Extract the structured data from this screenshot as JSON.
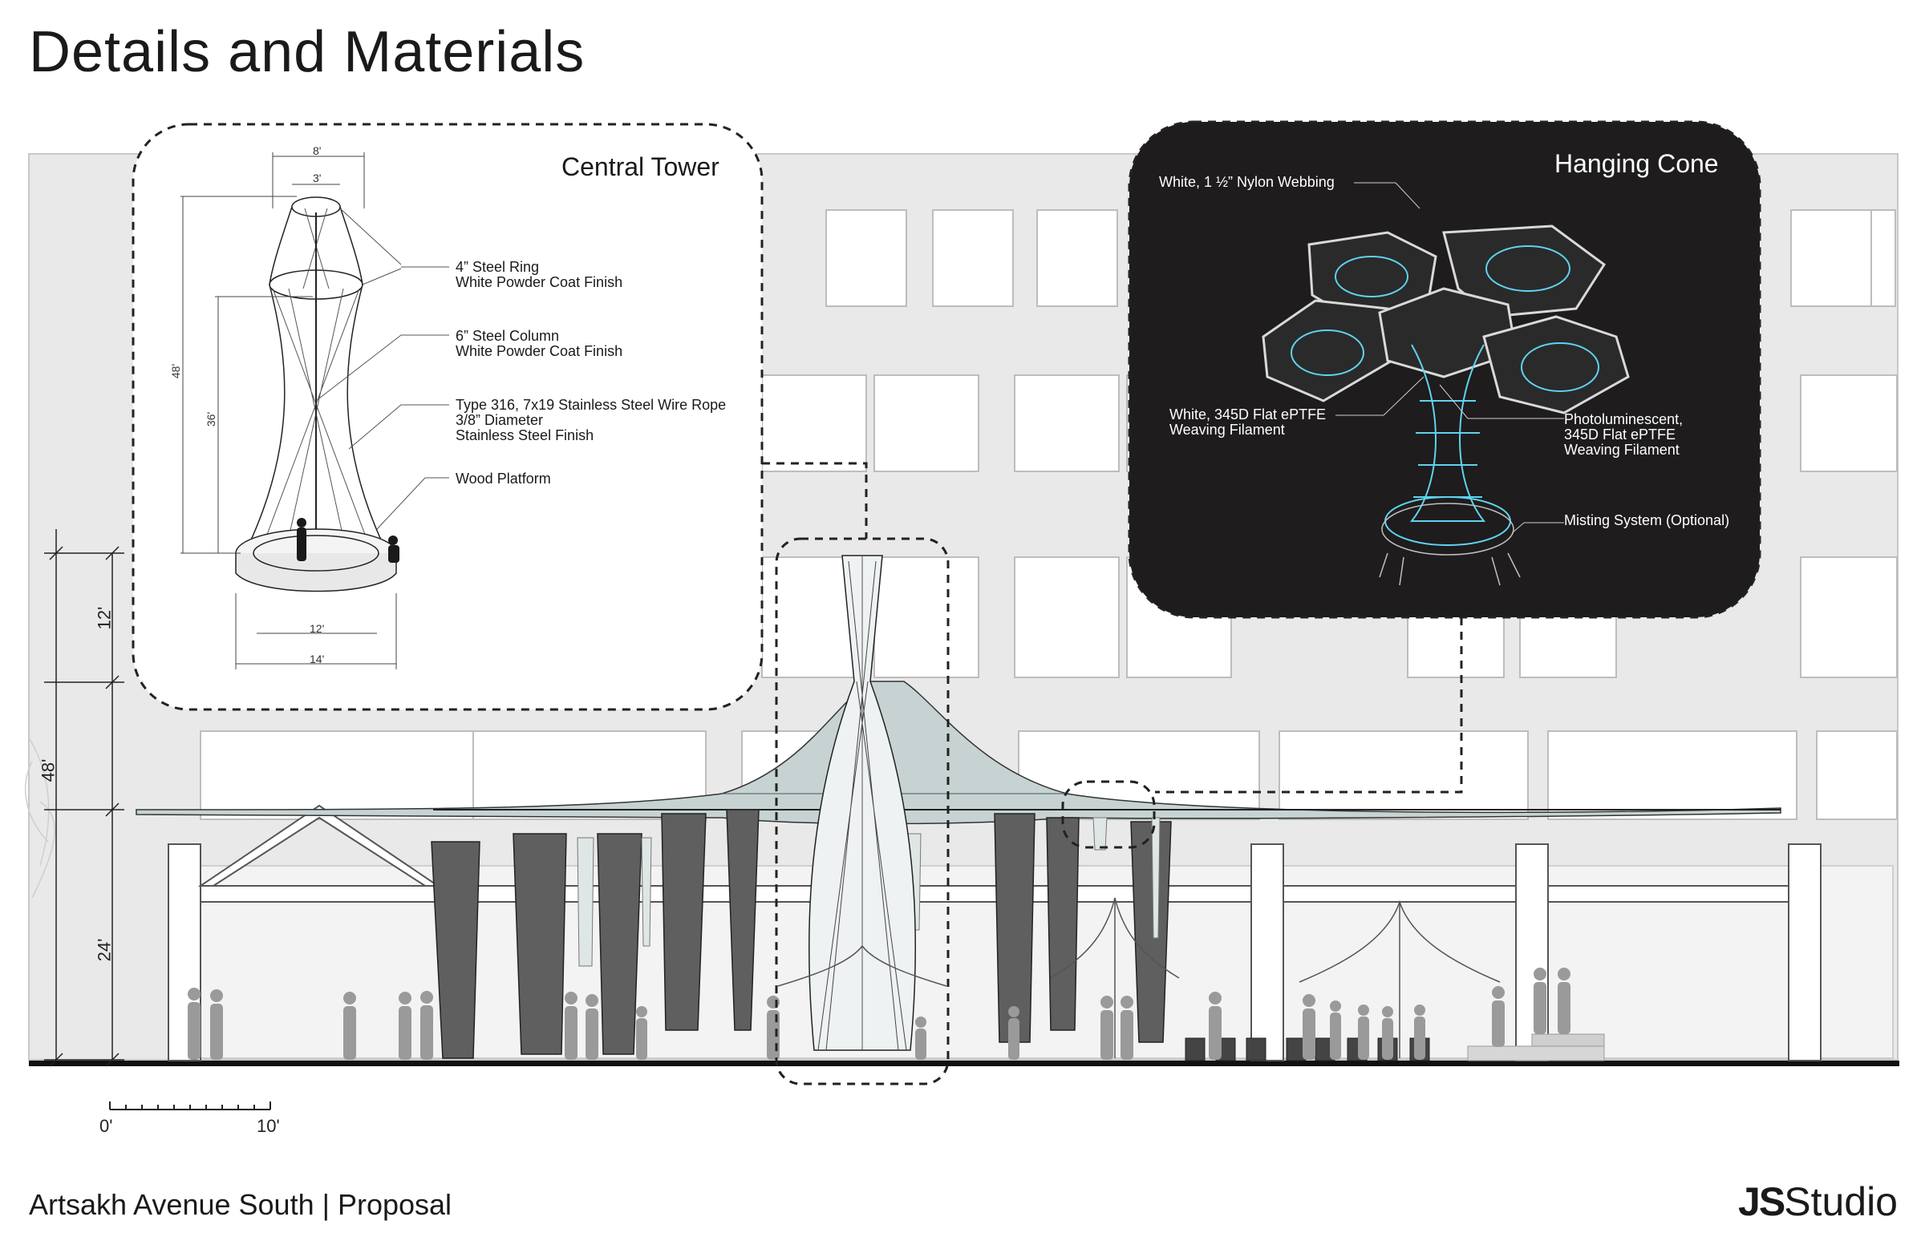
{
  "title": "Details and Materials",
  "footer": {
    "project": "Artsakh Avenue South | Proposal",
    "logo_bold": "JS",
    "logo_rest": "Studio"
  },
  "central_tower": {
    "title": "Central Tower",
    "notes": [
      "4” Steel Ring\nWhite Powder Coat Finish",
      "6” Steel Column\nWhite Powder Coat Finish",
      "Type 316, 7x19 Stainless Steel Wire Rope\n3/8” Diameter\nStainless Steel Finish",
      "Wood Platform"
    ],
    "dims": {
      "top_outer": "8'",
      "top_inner": "3'",
      "height_total": "48'",
      "height_column": "36'",
      "platform_inner": "12'",
      "platform_outer": "14'"
    }
  },
  "hanging_cone": {
    "title": "Hanging Cone",
    "notes": {
      "webbing": "White, 1 ½” Nylon Webbing",
      "filament_white": "White, 345D Flat ePTFE\nWeaving Filament",
      "filament_photo": "Photoluminescent,\n345D Flat ePTFE\nWeaving Filament",
      "misting": "Misting System (Optional)"
    },
    "colors": {
      "background": "#1e1c1c",
      "filament": "#5fd3f0",
      "webbing": "#d9d9d9"
    }
  },
  "elevation": {
    "dims": [
      "12'",
      "48'",
      "24'"
    ],
    "scale_start": "0'",
    "scale_end": "10'"
  }
}
